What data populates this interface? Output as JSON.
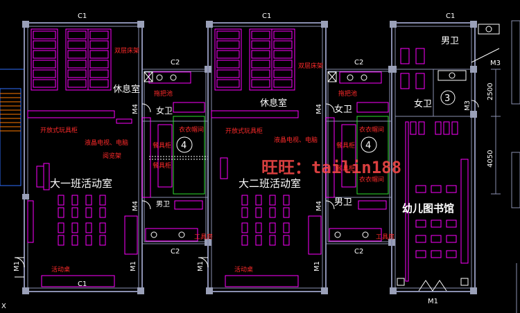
{
  "labels": {
    "c1_top_1": "C1",
    "c1_top_2": "C1",
    "c1_top_3": "C1",
    "c1_bottom": "C1",
    "c2_top_1": "C2",
    "c2_top_2": "C2",
    "c2_bottom_1": "C2",
    "c2_bottom_2": "C2",
    "m1_left_1": "M1",
    "m1_left_2": "M1",
    "m1_right_1": "M1",
    "m1_right_2": "M1",
    "m1_bottom": "M1",
    "m3_1": "M3",
    "m3_2": "M3",
    "m4_1": "M4",
    "m4_2": "M4",
    "m4_3": "M4",
    "m4_4": "M4",
    "dim_2500": "2500",
    "dim_4050": "4050",
    "x_mark": "X",
    "marker_4": "4",
    "marker_3": "3",
    "rest_room_1": "休息室",
    "rest_room_2": "休息室",
    "class1": "大一班活动室",
    "class2": "大二班活动室",
    "female_wc_1": "女卫",
    "female_wc_2": "女卫",
    "female_wc_3": "女卫",
    "male_wc_1": "男卫",
    "male_wc_2": "男卫",
    "male_wc_3": "男卫",
    "library": "幼儿图书馆",
    "bunk_1": "双层床架",
    "bunk_2": "双层床架",
    "mop_pool_1": "拖把池",
    "mop_pool_2": "拖把池",
    "toy_cabinet_1": "开放式玩具柜",
    "toy_cabinet_2": "开放式玩具柜",
    "tv_1": "液晶电视、电脑",
    "tv_2": "液晶电视、电脑",
    "reading_rack": "阅览架",
    "coat_cab_1": "衣衣帽间",
    "coat_cab_2": "衣衣帽间",
    "dish_cab_1": "餐具柜",
    "dish_cab_2": "餐具柜",
    "dish_cab_3": "餐具柜",
    "dish_cab_4": "餐具柜",
    "coat_cab_3": "衣衣帽间",
    "tool_room_1": "工具房",
    "tool_room_2": "工具房",
    "activity_table_1": "活动桌",
    "activity_table_2": "活动桌",
    "watermark": "旺旺：tailin188"
  },
  "colors": {
    "wall": "#8a8fb0",
    "furniture": "#ff00ff",
    "green": "#30e030",
    "text": "#ffffff",
    "annotation": "#ff2a2a",
    "watermark": "#ff4a4a"
  }
}
